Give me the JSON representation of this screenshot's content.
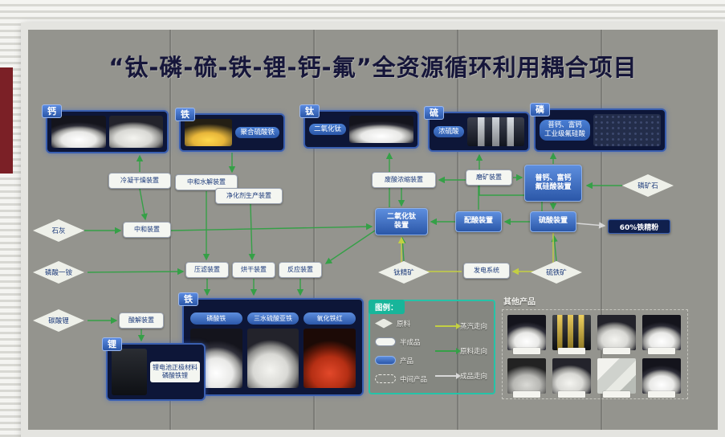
{
  "title": "“钛-磷-硫-铁-锂-钙-氟”全资源循环利用耦合项目",
  "colors": {
    "board": "#94948e",
    "accent_blue": "#2b57a8",
    "legend_teal": "#18b59a",
    "steam_arrow": "#c3cf43",
    "raw_arrow": "#35a047",
    "product_arrow": "#d8d8d8"
  },
  "top_products": {
    "calcium": {
      "tag": "钙"
    },
    "iron": {
      "tag": "铁",
      "label": "聚合硫酸铁"
    },
    "titanium": {
      "tag": "钛",
      "label": "二氧化钛"
    },
    "sulfur": {
      "tag": "硫",
      "label": "浓硫酸"
    },
    "phosphorus": {
      "tag": "磷",
      "label_line1": "普钙、富钙",
      "label_line2": "工业级氟硅酸"
    }
  },
  "raw_materials": {
    "lime": "石灰",
    "map": "磷酸一铵",
    "lithium_carbonate": "碳酸锂",
    "phosphate_rock": "磷矿石",
    "pyrite": "硫铁矿",
    "ilmenite": "钛精矿"
  },
  "units": {
    "condense_dry": "冷凝干燥装置",
    "neutral_hydrolysis": "中和水解装置",
    "purifier": "净化剂生产装置",
    "neutralize": "中和装置",
    "waste_acid": "废酸浓缩装置",
    "grinding": "磨矿装置",
    "power": "发电系统",
    "press_filter": "压滤装置",
    "drying": "烘干装置",
    "reaction": "反应装置",
    "acid_dissolve": "酸解装置",
    "tio2_line1": "二氧化钛",
    "tio2_line2": "装置",
    "acid_blend": "配酸装置",
    "sulfuric": "硫酸装置",
    "ssp_line1": "普钙、富钙",
    "ssp_line2": "氟硅酸装置"
  },
  "outputs": {
    "iron_powder": "60%铁精粉"
  },
  "lithium_box": {
    "tag": "锂",
    "label_line1": "锂电池正极材料",
    "label_line2": "磷酸铁锂"
  },
  "iron_products": {
    "tag": "铁",
    "items": [
      "磷酸铁",
      "三水硫酸亚铁",
      "氧化铁红"
    ]
  },
  "legend": {
    "title": "图例：",
    "shapes": [
      {
        "label": "原料"
      },
      {
        "label": "半成品"
      },
      {
        "label": "产品"
      },
      {
        "label": "中间产品"
      }
    ],
    "arrows": [
      {
        "label": "蒸汽走向",
        "color": "#c3cf43"
      },
      {
        "label": "原料走向",
        "color": "#35a047"
      },
      {
        "label": "成品走向",
        "color": "#d8d8d8"
      }
    ]
  },
  "other_products": {
    "title": "其他产品"
  }
}
